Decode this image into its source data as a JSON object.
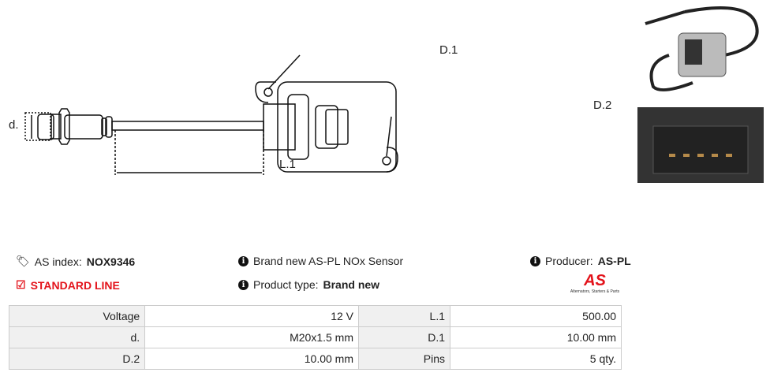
{
  "diagram": {
    "labels": {
      "d": "d.",
      "l1": "L.1",
      "d1": "D.1",
      "d2": "D.2"
    }
  },
  "info": {
    "index_label": "AS index:",
    "index_value": "NOX9346",
    "line": "STANDARD LINE",
    "description": "Brand new AS-PL NOx Sensor",
    "type_label": "Product type:",
    "type_value": "Brand new",
    "producer_label": "Producer:",
    "producer_value": "AS-PL",
    "logo_text": "AS",
    "logo_tagline": "Alternators, Starters & Parts"
  },
  "colors": {
    "accent": "#e3131b"
  },
  "specs": [
    {
      "l1": "Voltage",
      "v1": "12 V",
      "l2": "L.1",
      "v2": "500.00"
    },
    {
      "l1": "d.",
      "v1": "M20x1.5 mm",
      "l2": "D.1",
      "v2": "10.00 mm"
    },
    {
      "l1": "D.2",
      "v1": "10.00 mm",
      "l2": "Pins",
      "v2": "5 qty."
    }
  ]
}
